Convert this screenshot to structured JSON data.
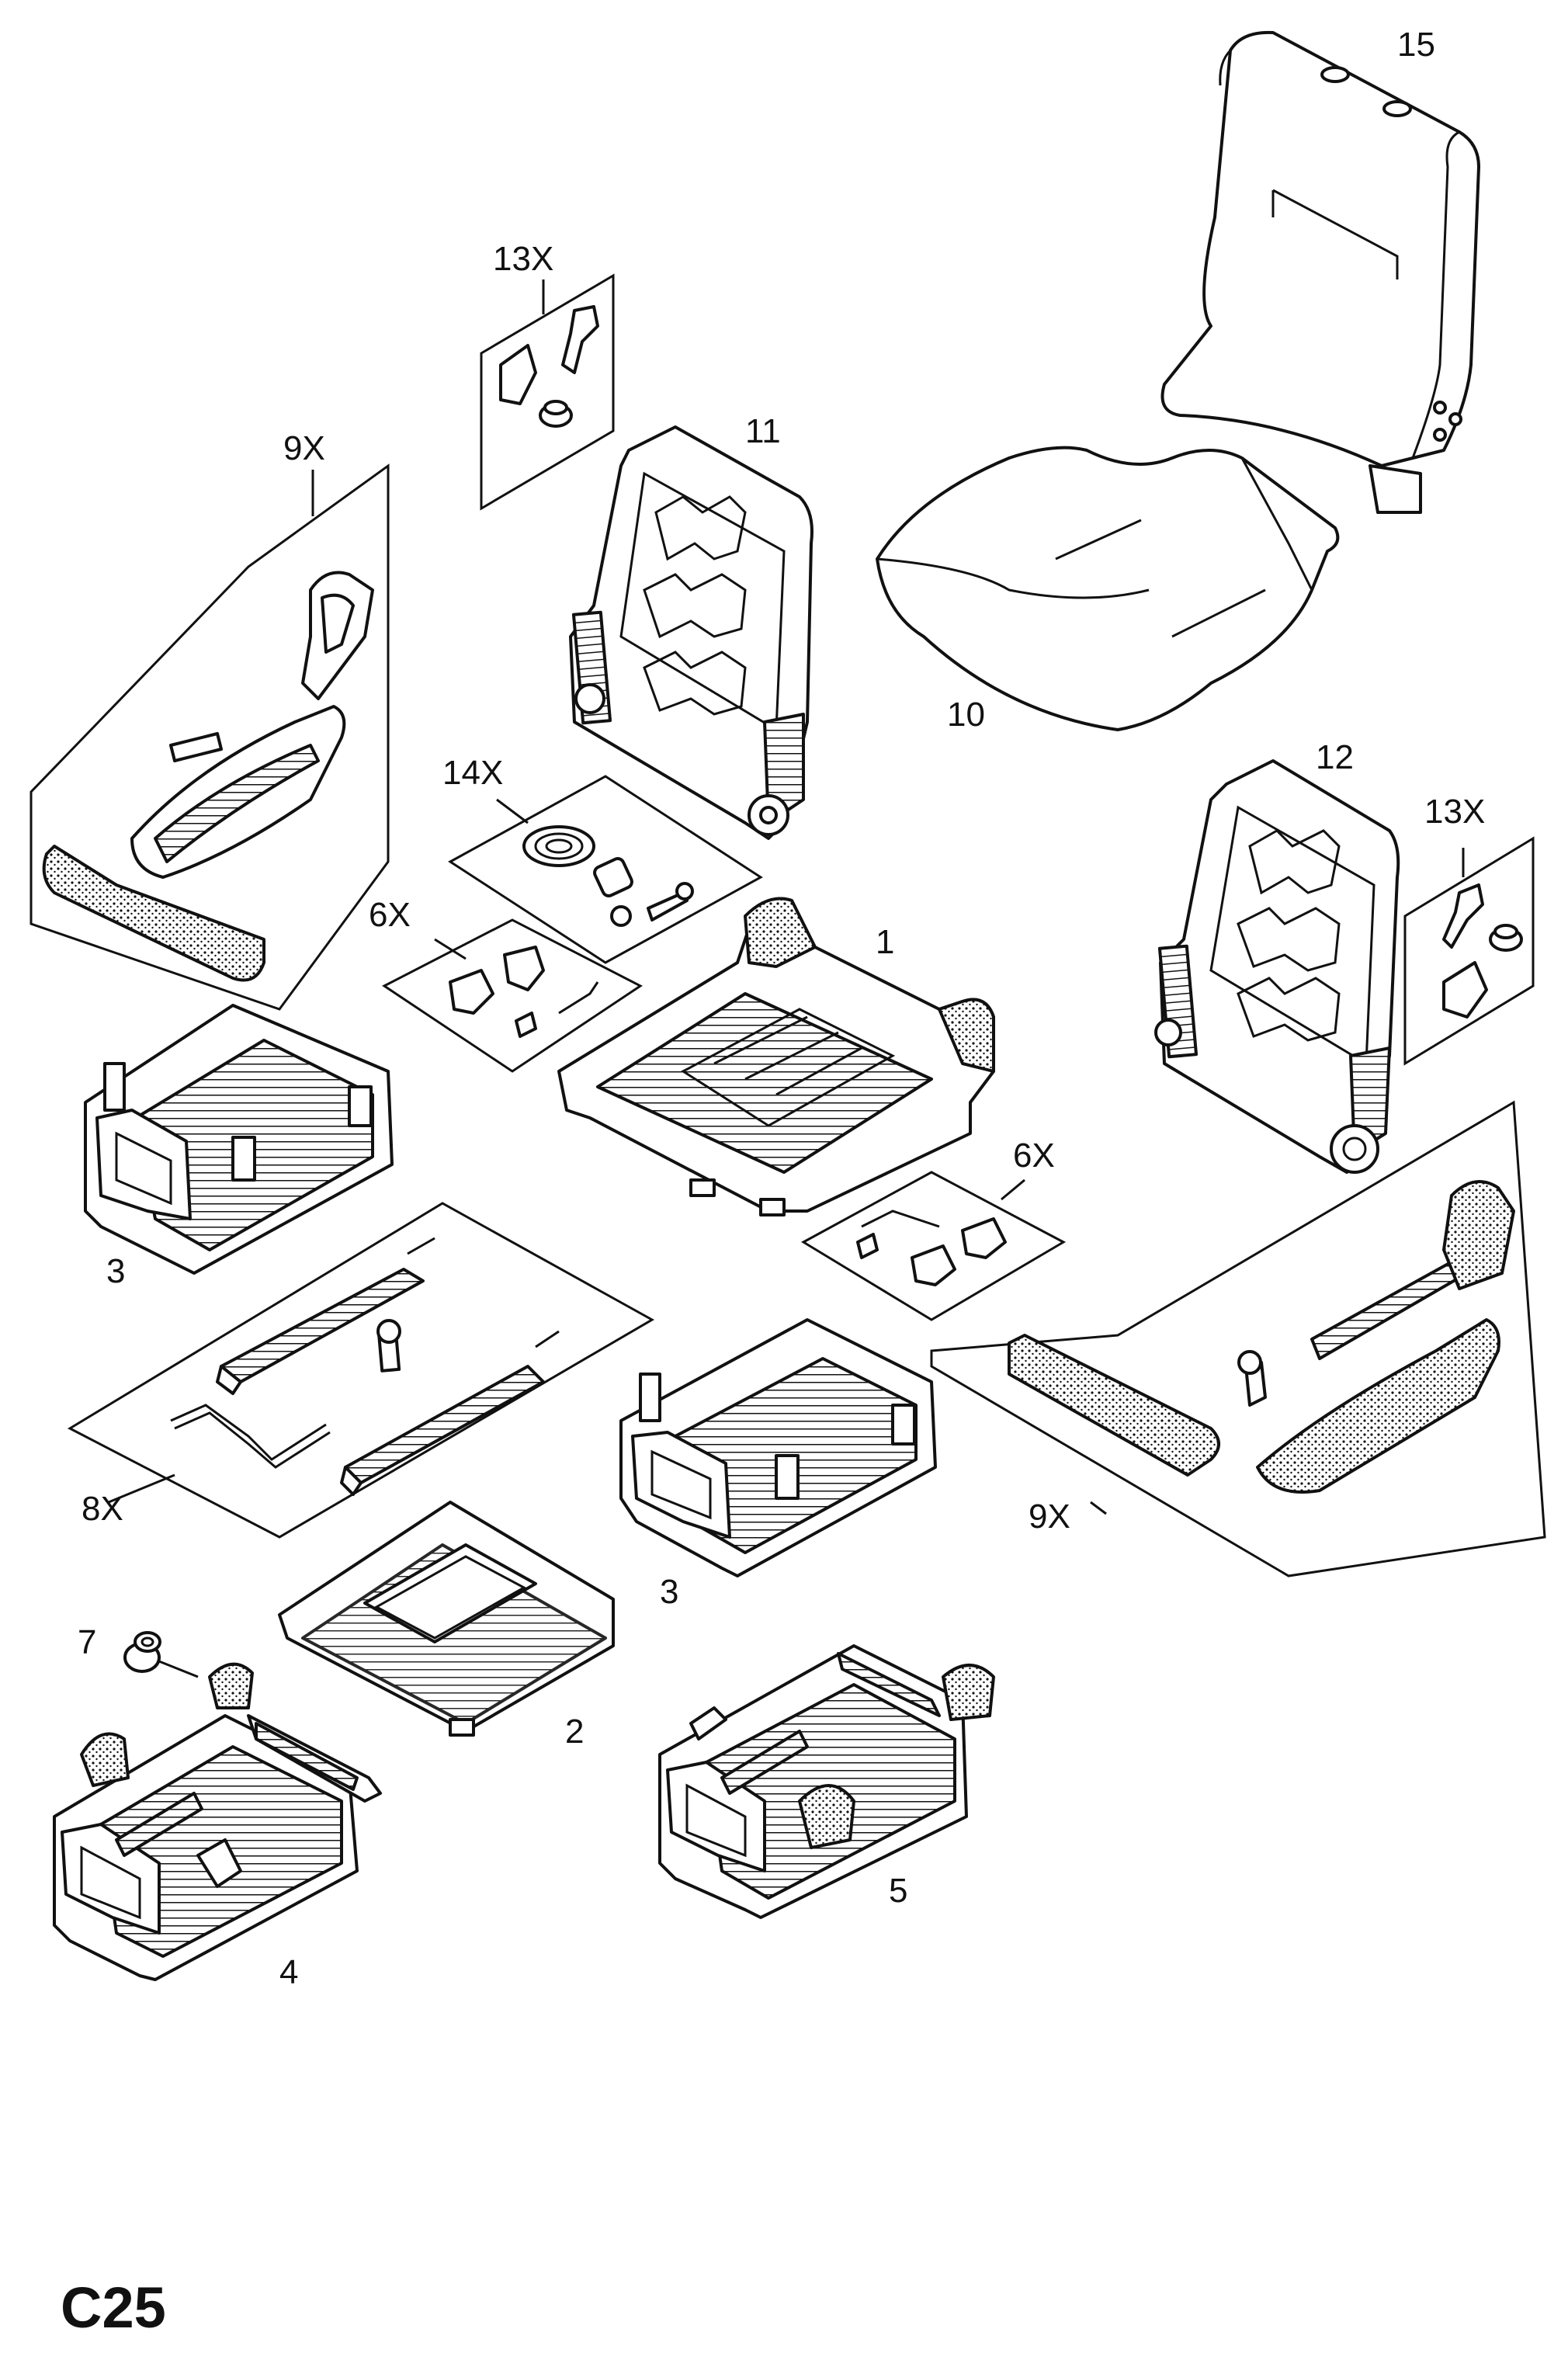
{
  "page_label": "C25",
  "callouts": {
    "c15": "15",
    "c13x_top": "13X",
    "c11": "11",
    "c9x_left": "9X",
    "c10": "10",
    "c12": "12",
    "c14x": "14X",
    "c13x_right": "13X",
    "c6x_left": "6X",
    "c1": "1",
    "c3_left": "3",
    "c6x_right": "6X",
    "c8x": "8X",
    "c9x_right": "9X",
    "c3_right": "3",
    "c7": "7",
    "c2": "2",
    "c5": "5",
    "c4": "4"
  }
}
